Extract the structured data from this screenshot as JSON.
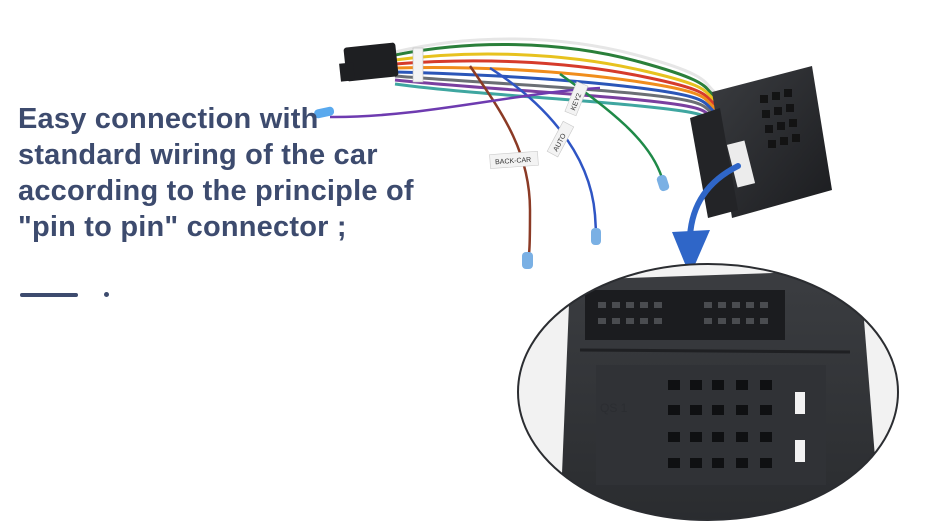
{
  "headline": {
    "line1": "Easy connection with",
    "line2": "standard wiring of the car",
    "line3": "according to the principle of",
    "line4": "\"pin to pin\" connector ;"
  },
  "wire_labels": {
    "back_car": "BACK-CAR",
    "auto": "AUTO",
    "key": "KEY2"
  },
  "zoom_marking": "QS 1",
  "colors": {
    "text": "#3d4b6e",
    "arrow": "#2f66c8",
    "connector": "#2b2d31"
  },
  "icons": {
    "arrow": "arrow-down-icon",
    "decoration": "line-dot-decoration"
  }
}
